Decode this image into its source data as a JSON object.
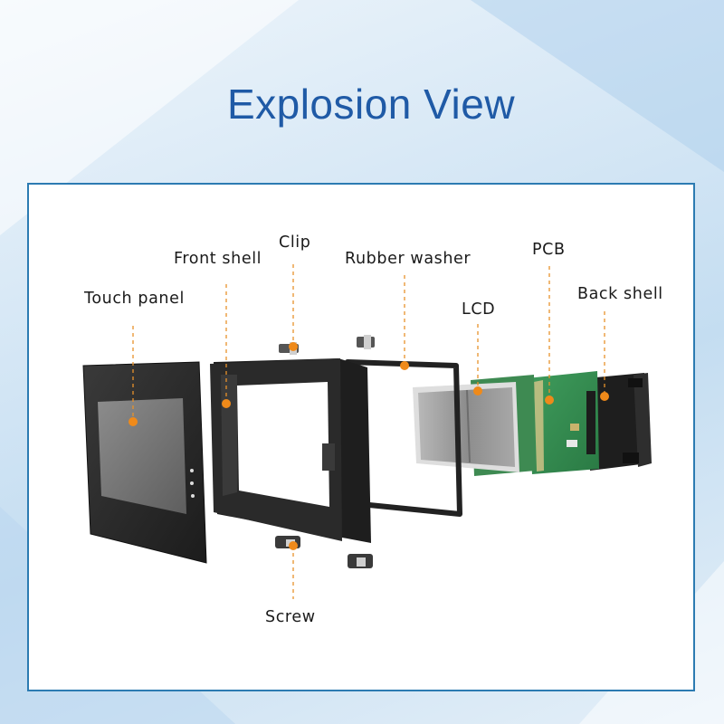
{
  "title": "Explosion View",
  "labels": {
    "touch_panel": "Touch panel",
    "front_shell": "Front shell",
    "clip": "Clip",
    "rubber_washer": "Rubber washer",
    "lcd": "LCD",
    "pcb": "PCB",
    "back_shell": "Back shell",
    "screw": "Screw"
  },
  "colors": {
    "title": "#1f5aa6",
    "frame_border": "#2c7bb2",
    "leader": "#e8922b",
    "marker": "#ef8a1a"
  }
}
